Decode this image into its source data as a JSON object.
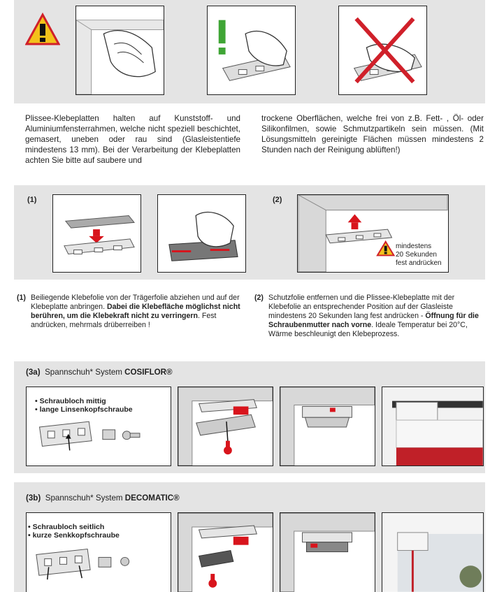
{
  "intro": {
    "col1": "Plissee-Klebeplatten halten auf Kunststoff- und Aluminiumfensterrahmen, welche nicht speziell beschichtet, gemasert, uneben oder rau sind (Glasleistentiefe mindestens 13 mm). Bei der Verarbeitung der Klebeplatten achten Sie bitte auf saubere und",
    "col2": "trockene Oberflächen, welche frei von z.B. Fett- , Öl- oder Silikonfilmen, sowie Schmutzpartikeln sein müssen. (Mit Lösungsmitteln gereinigte Flächen müssen mindestens 2 Stunden nach der Reinigung ablüften!)"
  },
  "steps": {
    "step1_label": "(1)",
    "step2_label": "(2)",
    "warning_line1": "mindestens",
    "warning_line2": "20 Sekunden",
    "warning_line3": "fest andrücken",
    "step1_num": "(1)",
    "step1_text_a": "Beiliegende Klebefolie von der Trägerfolie abziehen und auf der Klebeplatte anbringen. ",
    "step1_text_bold": "Dabei die Klebefläche möglichst nicht berühren, um die Klebekraft nicht zu verringern",
    "step1_text_b": ". Fest andrücken, mehrmals drüberreiben !",
    "step2_num": "(2)",
    "step2_text_a": "Schutzfolie entfernen und die Plissee-Klebeplatte mit der Klebefolie an entsprechender Position auf der Glasleiste mindestens 20 Sekunden lang fest andrücken - ",
    "step2_text_bold": "Öffnung für die Schraubenmutter nach vorne",
    "step2_text_b": ". Ideale Temperatur bei 20°C, Wärme beschleunigt den Klebeprozess."
  },
  "sec3a": {
    "num": "(3a)",
    "title": "Spannschuh* System ",
    "brand": "COSIFLOR®",
    "bullet1": "• Schraubloch mittig",
    "bullet2": "• lange Linsenkopfschraube"
  },
  "sec3b": {
    "num": "(3b)",
    "title": "Spannschuh* System ",
    "brand": "DECOMATIC®",
    "bullet1": "• Schraubloch seitlich",
    "bullet2": "• kurze Senkkopfschraube"
  },
  "colors": {
    "band": "#e4e4e4",
    "check": "#3fa535",
    "cross": "#d0202a",
    "arrow": "#d8141c",
    "warning": "#f3c11b"
  },
  "icons": [
    "warning-icon",
    "check-icon",
    "cross-icon",
    "up-arrow-icon",
    "down-arrow-icon"
  ]
}
